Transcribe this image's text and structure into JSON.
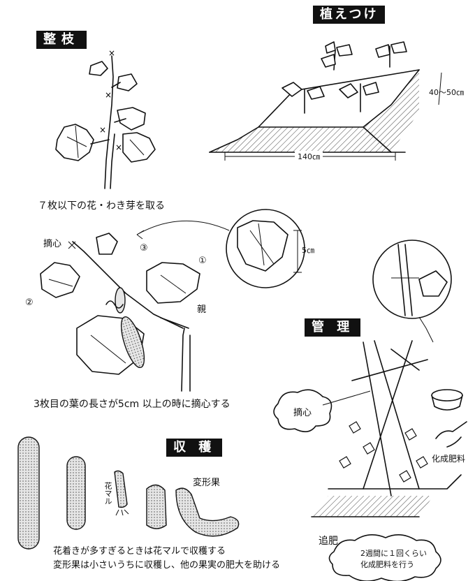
{
  "sections": {
    "pruning": {
      "title": "整枝",
      "caption": "７枚以下の花・わき芽を取る"
    },
    "planting": {
      "title": "植えつけ",
      "height_label": "40～50㎝",
      "width_label": "140㎝"
    },
    "pinching": {
      "pinch_label": "摘心",
      "parent_label": "親",
      "num1": "①",
      "num2": "②",
      "num3": "③",
      "leaf_size_label": "5㎝",
      "caption": "3枚目の葉の長さが5cm 以上の時に摘心する"
    },
    "management": {
      "title": "管 理",
      "pinch_callout": "摘心",
      "fertilizer_label": "化成肥料",
      "topdress_title": "追肥",
      "topdress_note_line1": "2週間に１回くらい",
      "topdress_note_line2": "化成肥料を行う"
    },
    "harvest": {
      "title": "収 穫",
      "flower_tip_label": "花マル",
      "deformed_label": "変形果",
      "caption_line1": "花着きが多すぎるときは花マルで収穫する",
      "caption_line2": "変形果は小さいうちに収穫し、他の果実の肥大を助ける"
    }
  }
}
